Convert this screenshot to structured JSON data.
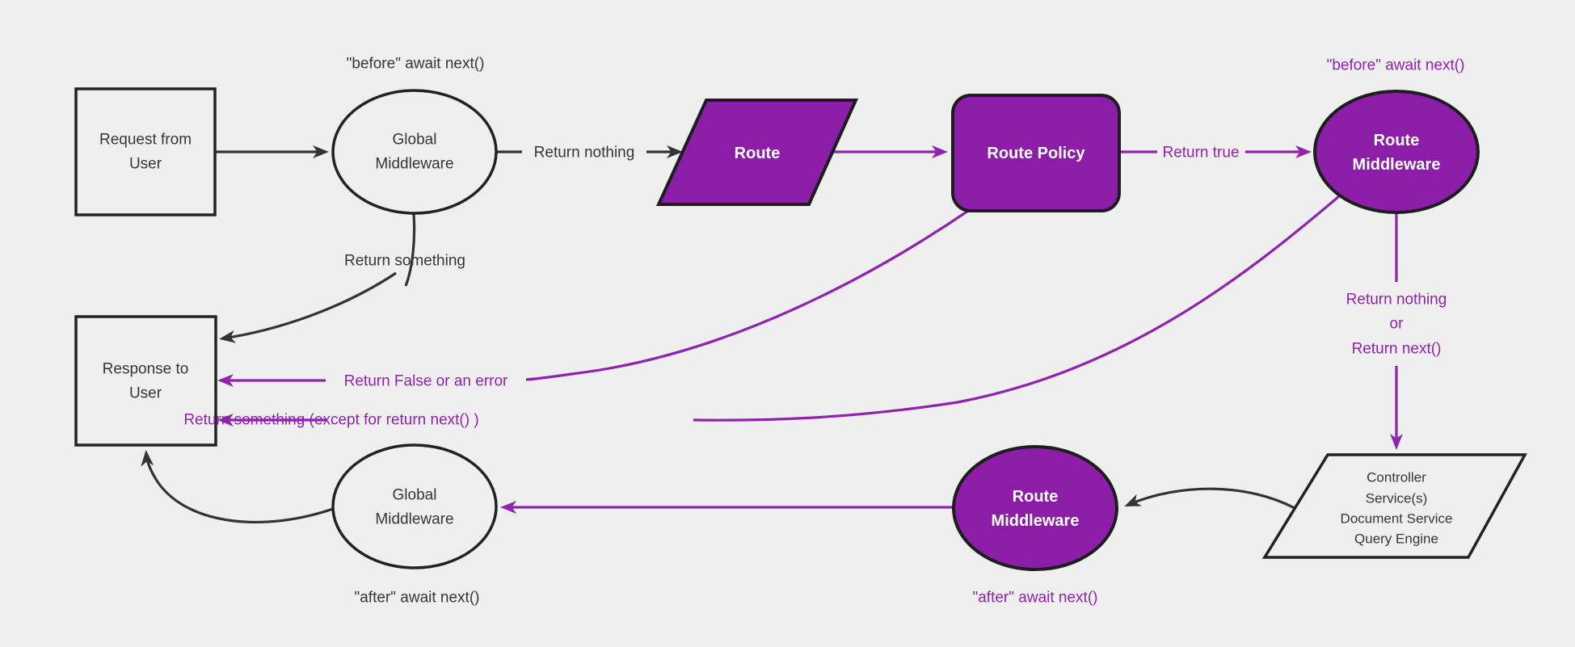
{
  "diagram": {
    "description": "Middleware request/response flowchart",
    "colors": {
      "background": "#efefef",
      "purple_fill": "#8c1da9",
      "purple_accent": "#9023ad",
      "black_stroke": "#222222",
      "dark_text": "#363636",
      "white_text": "#ffffff"
    }
  },
  "nodes": {
    "request": {
      "lines": [
        "Request from",
        "User"
      ]
    },
    "global_middleware_top": {
      "lines": [
        "Global",
        "Middleware"
      ]
    },
    "route": {
      "label": "Route"
    },
    "route_policy": {
      "label": "Route Policy"
    },
    "route_middleware_top": {
      "lines": [
        "Route",
        "Middleware"
      ]
    },
    "controller": {
      "lines": [
        "Controller",
        "Service(s)",
        "Document Service",
        "Query Engine"
      ]
    },
    "route_middleware_bottom": {
      "lines": [
        "Route",
        "Middleware"
      ]
    },
    "global_middleware_bottom": {
      "lines": [
        "Global",
        "Middleware"
      ]
    },
    "response": {
      "lines": [
        "Response to",
        "User"
      ]
    }
  },
  "labels": {
    "before_await_global": "\"before\" await next()",
    "before_await_route": "\"before\" await next()",
    "after_await_global": "\"after\" await next()",
    "after_await_route": "\"after\" await next()",
    "return_nothing": "Return nothing",
    "return_true": "Return true",
    "return_nothing_or_next": [
      "Return nothing",
      "or",
      "Return next()"
    ],
    "return_something": "Return something",
    "return_false_or_error": "Return False or an error",
    "return_something_except": "Return something (except for return next() )"
  }
}
